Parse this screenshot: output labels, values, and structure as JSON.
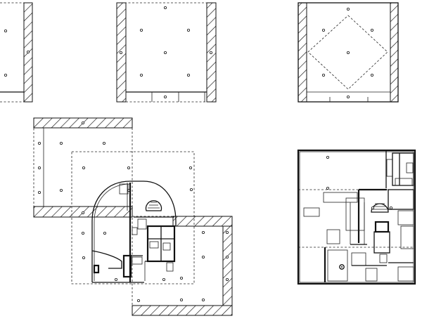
{
  "drawing": {
    "kind": "architectural-plan-sheet",
    "views": [
      "plan-fragment-left",
      "plan-square-column-grid",
      "plan-square-diamond",
      "plan-overlay-composite",
      "plan-final-floor"
    ]
  },
  "colors": {
    "line": "#111111",
    "background": "#ffffff"
  }
}
